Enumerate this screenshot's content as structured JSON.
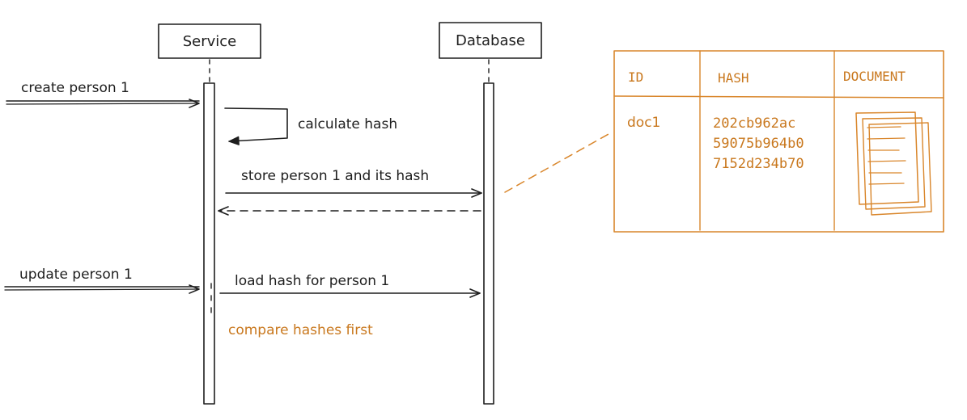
{
  "participants": {
    "service": "Service",
    "database": "Database"
  },
  "messages": {
    "create": "create person 1",
    "calculate": "calculate hash",
    "store": "store person 1 and its hash",
    "update": "update person 1",
    "load": "load hash for person 1",
    "compare": "compare hashes first"
  },
  "table": {
    "headers": [
      "ID",
      "HASH",
      "DOCUMENT"
    ],
    "row": {
      "id": "doc1",
      "hash_lines": [
        "202cb962ac",
        "59075b964b0",
        "7152d234b70"
      ]
    }
  },
  "colors": {
    "ink": "#1e1e1e",
    "accent": "#d9862b"
  },
  "icons": {
    "document": "document-stack-icon"
  }
}
